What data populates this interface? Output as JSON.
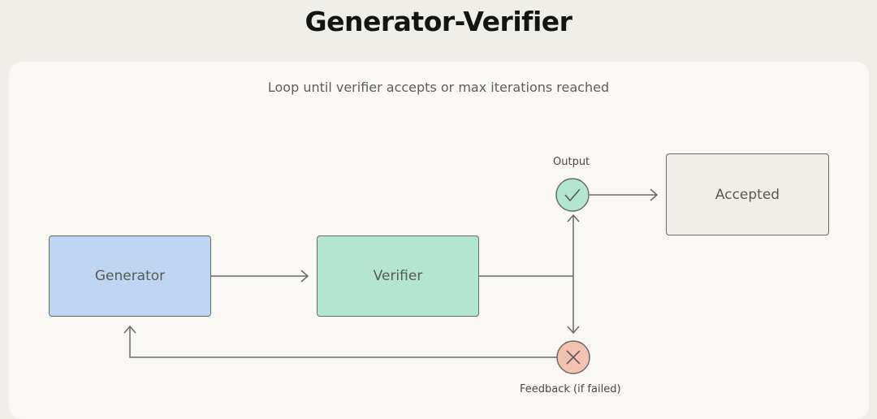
{
  "title": "Generator-Verifier",
  "subtitle": "Loop until verifier accepts or max iterations reached",
  "nodes": {
    "generator": "Generator",
    "verifier": "Verifier",
    "accepted": "Accepted"
  },
  "labels": {
    "output": "Output",
    "feedback": "Feedback (if failed)"
  },
  "icons": {
    "output": "check-icon",
    "feedback": "x-icon"
  },
  "colors": {
    "generator_fill": "#bfd6f2",
    "verifier_fill": "#b2e6d3",
    "accepted_fill": "#f0eee8",
    "success_circle": "#b2e6d3",
    "failure_circle": "#f4c2b3",
    "line": "#6b6a65"
  }
}
